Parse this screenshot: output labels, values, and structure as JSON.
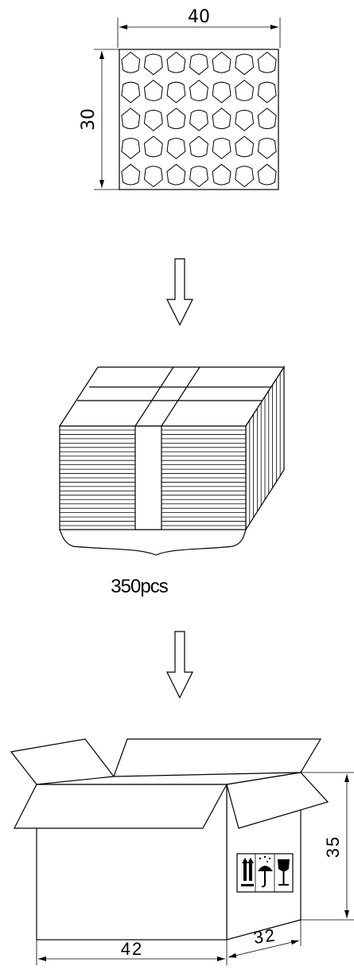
{
  "sheet": {
    "width_label": "40",
    "height_label": "30"
  },
  "stack": {
    "count_label": "350pcs"
  },
  "carton": {
    "length_label": "42",
    "width_label": "32",
    "height_label": "35",
    "symbols": [
      "this-way-up-icon",
      "keep-dry-icon",
      "fragile-icon"
    ]
  }
}
